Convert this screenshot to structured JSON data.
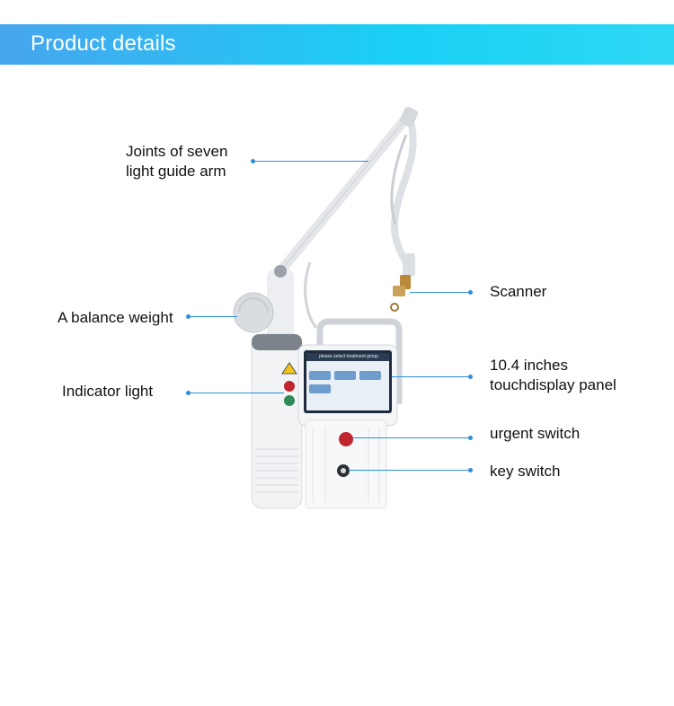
{
  "header": {
    "title": "Product details"
  },
  "callouts": {
    "joints_arm": {
      "line1": "Joints of seven",
      "line2": "light guide arm"
    },
    "balance_weight": "A balance weight",
    "indicator_light": "Indicator light",
    "scanner": "Scanner",
    "display_panel": {
      "line1": "10.4 inches",
      "line2": "touchdisplay panel"
    },
    "urgent_switch": "urgent switch",
    "key_switch": "key switch"
  },
  "screen": {
    "prompt": "please select treatment group"
  },
  "colors": {
    "header_start": "#47a5ee",
    "header_end": "#19d0f5",
    "leader_line": "#2f8fd6",
    "emergency_red": "#c0262f",
    "indicator_green": "#2e8b57"
  }
}
